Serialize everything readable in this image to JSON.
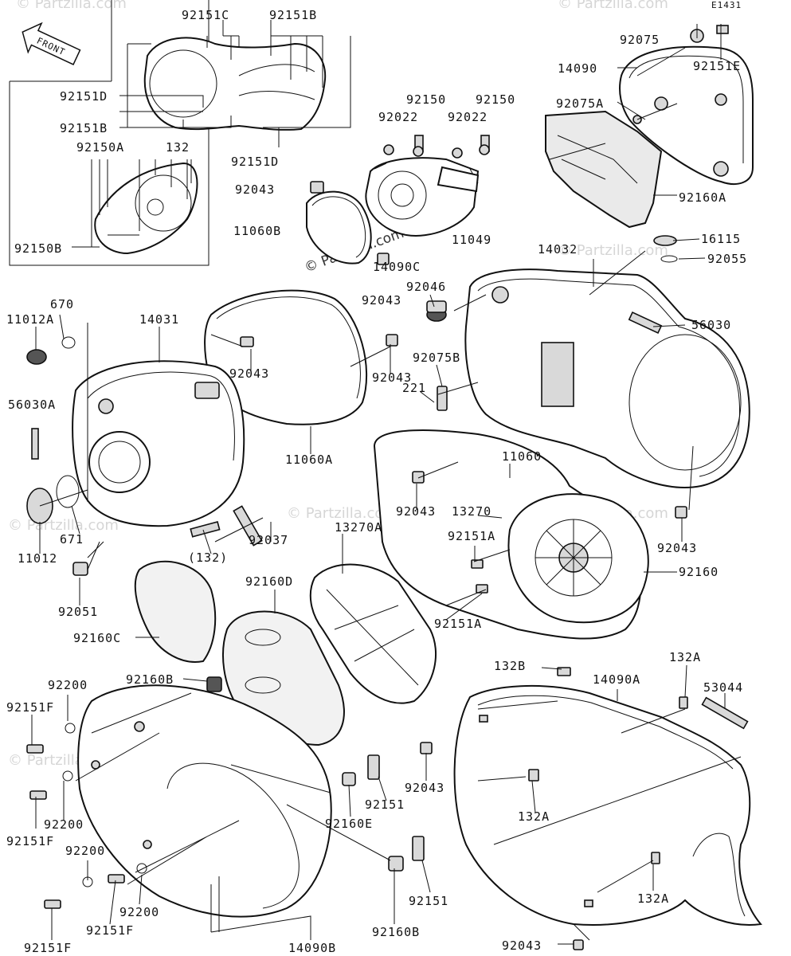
{
  "diagram_code": "E1431",
  "front_marker": "FRONT",
  "watermark": "© Partzilla.com",
  "callouts": {
    "c92151C": "92151C",
    "c92151B_top": "92151B",
    "c92151D_a": "92151D",
    "c92151B_b": "92151B",
    "c92151D_b": "92151D",
    "c92150A": "92150A",
    "c132": "132",
    "c92150B": "92150B",
    "c92150_a": "92150",
    "c92150_b": "92150",
    "c92022_a": "92022",
    "c92022_b": "92022",
    "c92043_a": "92043",
    "c11060B": "11060B",
    "c11049": "11049",
    "c14090C": "14090C",
    "c92043_b": "92043",
    "c92075": "92075",
    "c92151E": "92151E",
    "c14090": "14090",
    "c92075A": "92075A",
    "c92160A": "92160A",
    "c16115": "16115",
    "c92055": "92055",
    "c14032": "14032",
    "c92046": "92046",
    "c56030": "56030",
    "c670": "670",
    "c11012A": "11012A",
    "c14031": "14031",
    "c92043_c": "92043",
    "c92043_d": "92043",
    "c92075B": "92075B",
    "c221": "221",
    "c56030A": "56030A",
    "c11060A": "11060A",
    "c11060": "11060",
    "c92043_e": "92043",
    "c13270": "13270",
    "c671": "671",
    "c11012": "11012",
    "c132p": "(132)",
    "c92037": "92037",
    "c13270A": "13270A",
    "c92151A_a": "92151A",
    "c92043_f": "92043",
    "c92160": "92160",
    "c92051": "92051",
    "c92160D": "92160D",
    "c92151A_b": "92151A",
    "c92160C": "92160C",
    "c132B": "132B",
    "c132A_a": "132A",
    "c14090A": "14090A",
    "c53044": "53044",
    "c92200_a": "92200",
    "c92160B_a": "92160B",
    "c92151F_a": "92151F",
    "c92043_g": "92043",
    "c92151_a": "92151",
    "c92160E": "92160E",
    "c132A_b": "132A",
    "c92200_b": "92200",
    "c92151F_b": "92151F",
    "c92200_c": "92200",
    "c92151_b": "92151",
    "c92160B_b": "92160B",
    "c132A_c": "132A",
    "c92200_d": "92200",
    "c92151F_c": "92151F",
    "c92151F_d": "92151F",
    "c14090B": "14090B",
    "c92043_h": "92043"
  }
}
